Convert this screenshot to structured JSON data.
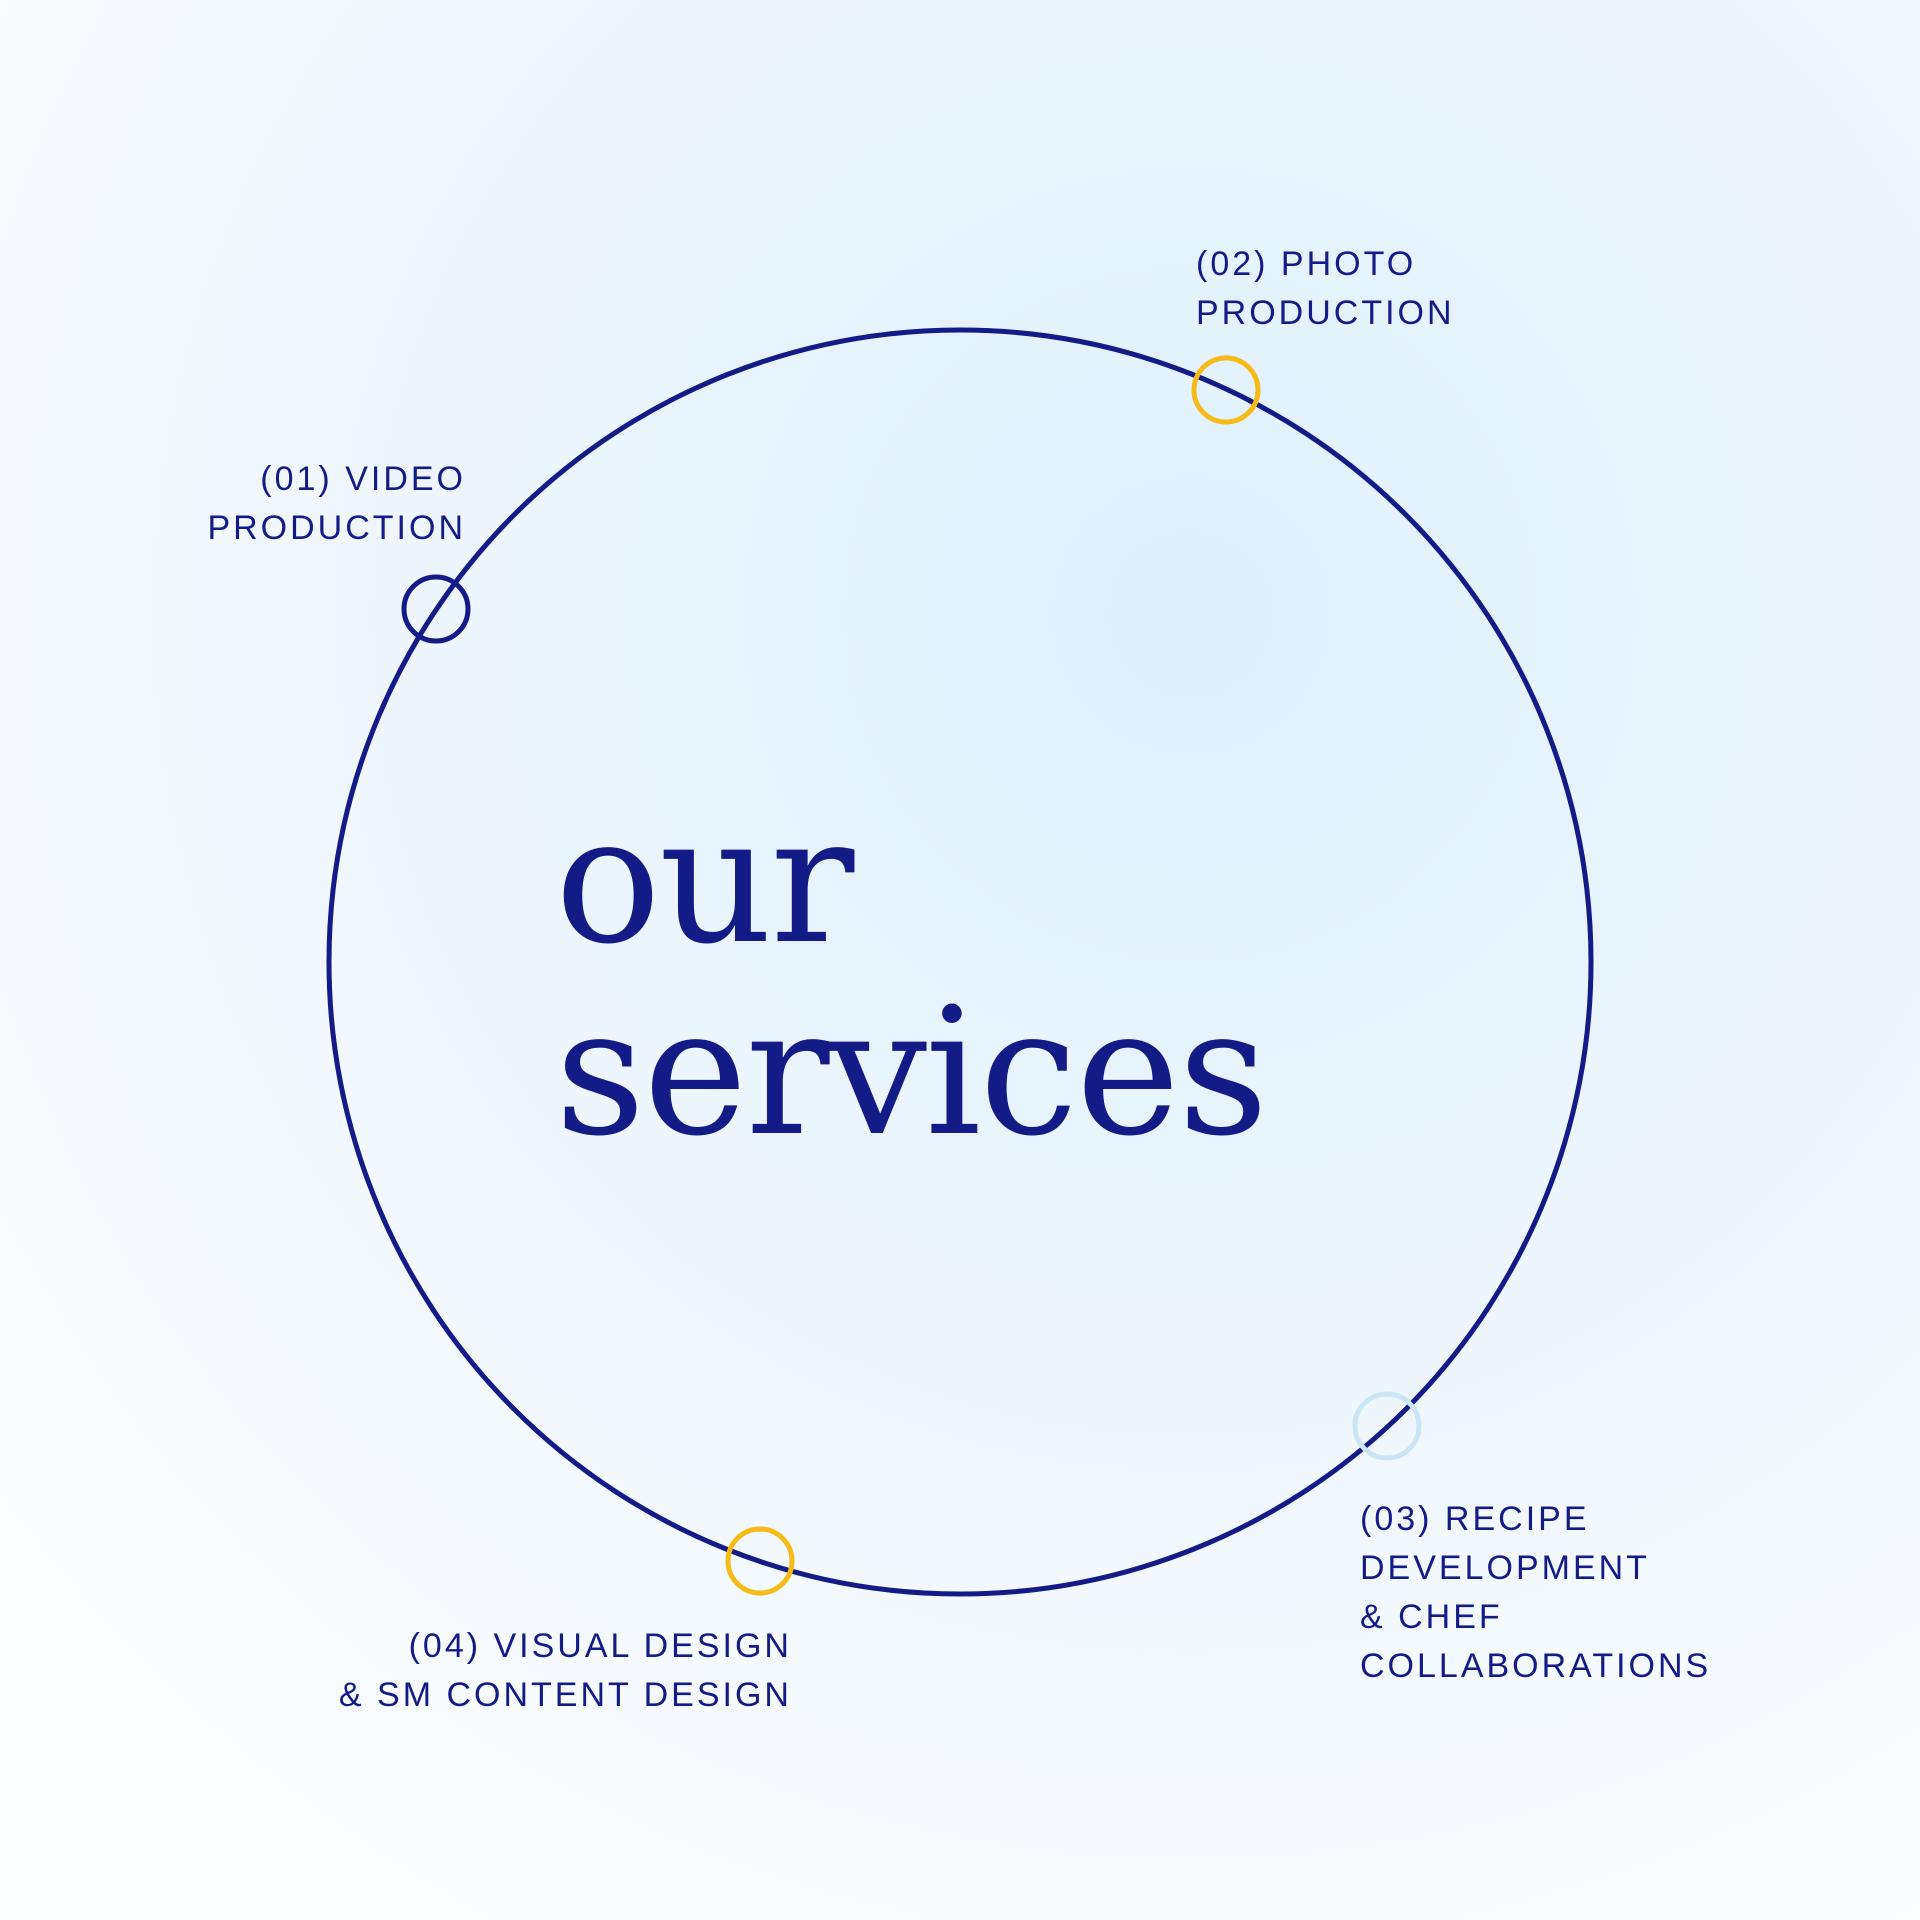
{
  "title": {
    "line1": "our",
    "line2": "services"
  },
  "services": [
    {
      "number": "(01)",
      "line1": "(01) VIDEO",
      "line2": "PRODUCTION"
    },
    {
      "number": "(02)",
      "line1": "(02) PHOTO",
      "line2": "PRODUCTION"
    },
    {
      "number": "(03)",
      "line1": "(03) RECIPE",
      "line2": "DEVELOPMENT",
      "line3": "& CHEF",
      "line4": "COLLABORATIONS"
    },
    {
      "number": "(04)",
      "line1": "(04) VISUAL DESIGN",
      "line2": "& SM CONTENT DESIGN"
    }
  ],
  "colors": {
    "navy": "#121b86",
    "yellow": "#f6bb16",
    "light_blue": "#c8e6f6"
  }
}
